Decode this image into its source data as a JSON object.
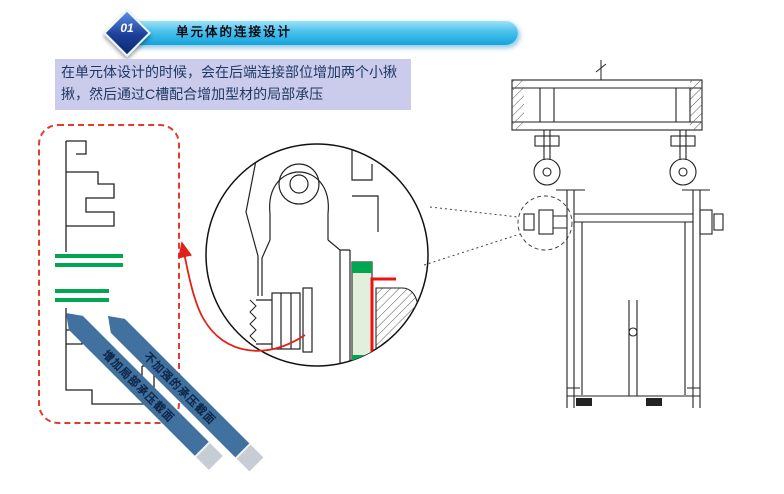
{
  "header": {
    "number": "01",
    "title": "单元体的连接设计"
  },
  "intro": {
    "text": "在单元体设计的时候，会在后端连接部位增加两个小揪揪，然后通过C槽配合增加型材的局部承压"
  },
  "callouts": {
    "ribbon_add": "增加局部承压截面",
    "ribbon_plain": "不加强的承压截面"
  },
  "colors": {
    "highlight_green": "#00a651",
    "highlight_red": "#e02318",
    "ribbon_blue": "#40719f",
    "header_cyan": "#14a3dc",
    "diamond_blue": "#1c3f9a",
    "intro_background": "#cbcbeb",
    "dashed_box_red": "#e23b2e"
  }
}
